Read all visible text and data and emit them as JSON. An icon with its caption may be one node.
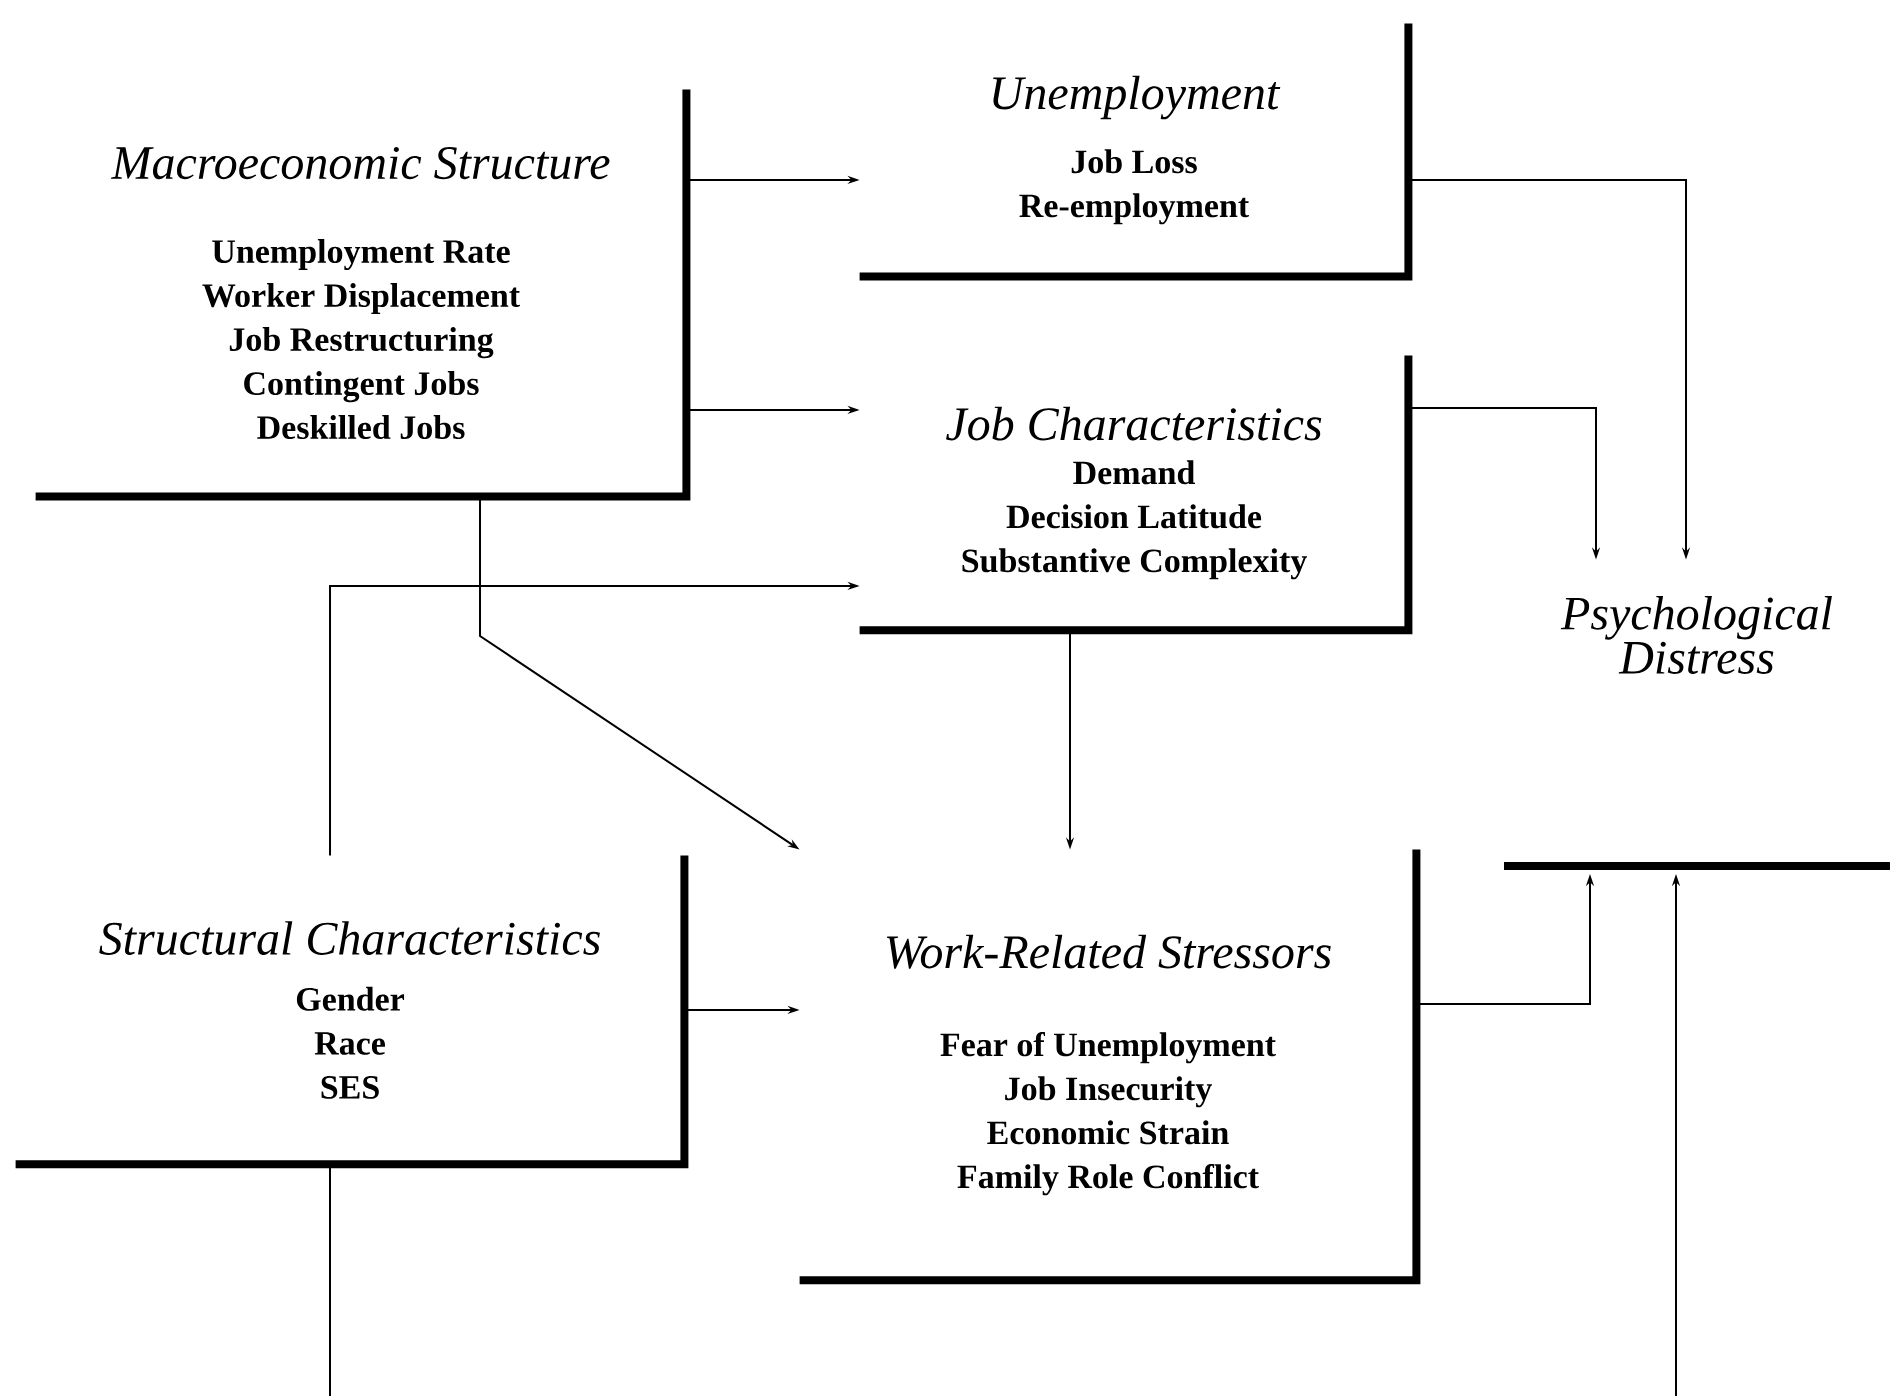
{
  "diagram": {
    "nodes": [
      {
        "text": [
          "Macroeconomic Structure",
          "Unemployment Rate",
          "Worker Displacement",
          "Job Restructuring",
          "Contingent Jobs",
          "Deskilled Jobs"
        ]
      },
      {
        "text": [
          "Unemployment",
          "Job Loss",
          "Re-employment"
        ]
      },
      {
        "text": [
          "Job Characteristics",
          "Demand",
          "Decision Latitude",
          "Substantive Complexity"
        ]
      },
      {
        "text": [
          "Structural Characteristics",
          "Gender",
          "Race",
          "SES"
        ]
      },
      {
        "text": [
          "Work-Related Stressors",
          "Fear of Unemployment",
          "Job Insecurity",
          "Economic Strain",
          "Family Role Conflict"
        ]
      },
      {
        "text": [
          "Psychological Distress"
        ]
      }
    ],
    "edges": [
      {
        "from": 0,
        "to": 1,
        "arrow": "to"
      },
      {
        "from": 0,
        "to": 2,
        "arrow": "to"
      },
      {
        "from": 0,
        "to": 4,
        "arrow": "to"
      },
      {
        "from": 2,
        "to": 4,
        "arrow": "to"
      },
      {
        "from": 3,
        "to": 4,
        "arrow": "to"
      },
      {
        "from": 3,
        "to": 2,
        "arrow": "to"
      },
      {
        "from": 1,
        "to": 5,
        "arrow": "to"
      },
      {
        "from": 2,
        "to": 5,
        "arrow": "to"
      },
      {
        "from": 4,
        "to": 5,
        "arrow": "to"
      },
      {
        "from": 3,
        "to": 5,
        "arrow": "to"
      }
    ]
  }
}
